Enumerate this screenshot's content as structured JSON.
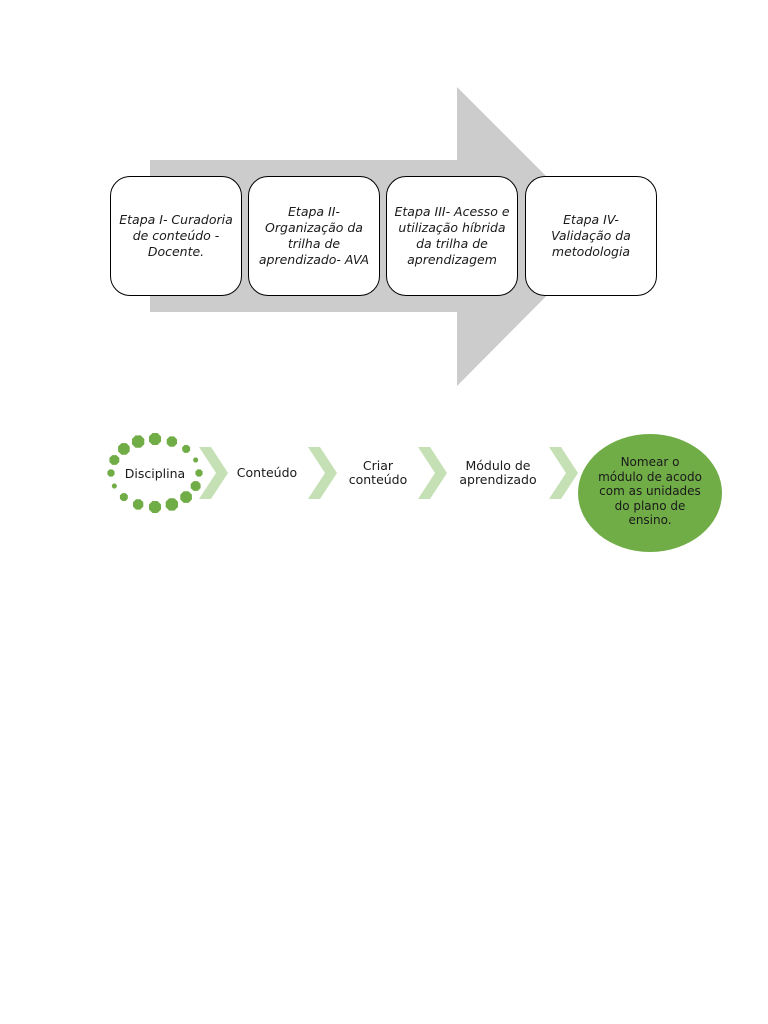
{
  "diagram_1": {
    "arrow_color": "#cccccc",
    "box_border_color": "#000000",
    "steps": [
      {
        "label": "Etapa I- Curadoria de conteúdo - Docente."
      },
      {
        "label": "Etapa II- Organização da trilha de aprendizado- AVA"
      },
      {
        "label": "Etapa III- Acesso e utilização híbrida da trilha de aprendizagem"
      },
      {
        "label": "Etapa IV- Validação da metodologia"
      }
    ]
  },
  "diagram_2": {
    "dot_color": "#70ad47",
    "chevron_color": "#c5e0b4",
    "final_fill": "#70ad47",
    "items": [
      {
        "label": "Disciplina"
      },
      {
        "label": "Conteúdo"
      },
      {
        "label": "Criar conteúdo"
      },
      {
        "label": "Módulo de aprendizado"
      }
    ],
    "final": {
      "label": "Nomear o módulo de acodo com as unidades do plano de ensino."
    }
  }
}
